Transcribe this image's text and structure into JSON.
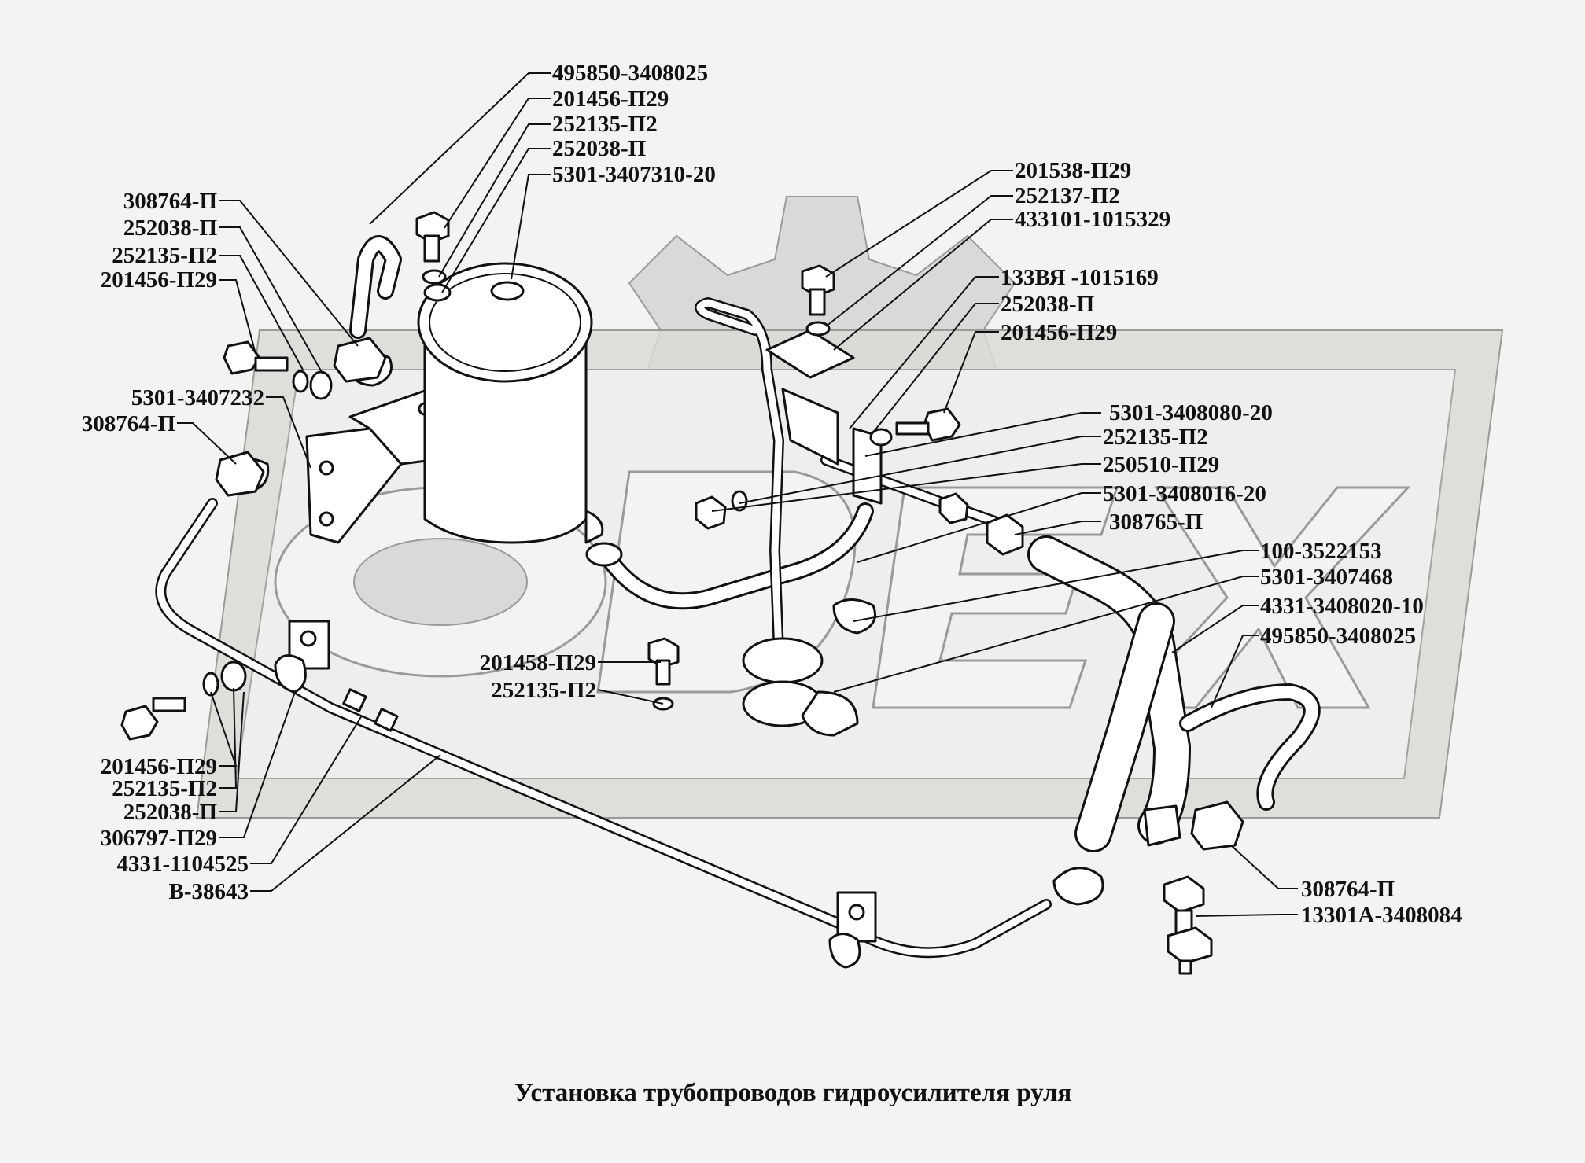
{
  "title": "Установка трубопроводов гидроусилителя руля",
  "colors": {
    "background": "#f3f3f1",
    "ink": "#111111",
    "watermark": "#d9d9d7"
  },
  "watermark_text": "ODEX",
  "labels": {
    "top_left": [
      "495850-3408025",
      "201456-П29",
      "252135-П2",
      "252038-П",
      "5301-3407310-20"
    ],
    "left_upper": [
      "308764-П",
      "252038-П",
      "252135-П2",
      "201456-П29"
    ],
    "left_middle": [
      "5301-3407232",
      "308764-П"
    ],
    "right_upper": [
      "201538-П29",
      "252137-П2",
      "433101-1015329",
      "133ВЯ -1015169",
      "252038-П",
      "201456-П29"
    ],
    "right_middle": [
      "5301-3408080-20",
      "252135-П2",
      "250510-П29",
      "5301-3408016-20",
      "308765-П"
    ],
    "right_lower": [
      "100-3522153",
      "5301-3407468",
      "4331-3408020-10",
      "495850-3408025"
    ],
    "center": [
      "201458-П29",
      "252135-П2"
    ],
    "left_lower": [
      "201456-П29",
      "252135-П2",
      "252038-П",
      "306797-П29",
      "4331-1104525",
      "В-38643"
    ],
    "bottom_right": [
      "308764-П",
      "13301А-3408084"
    ]
  }
}
